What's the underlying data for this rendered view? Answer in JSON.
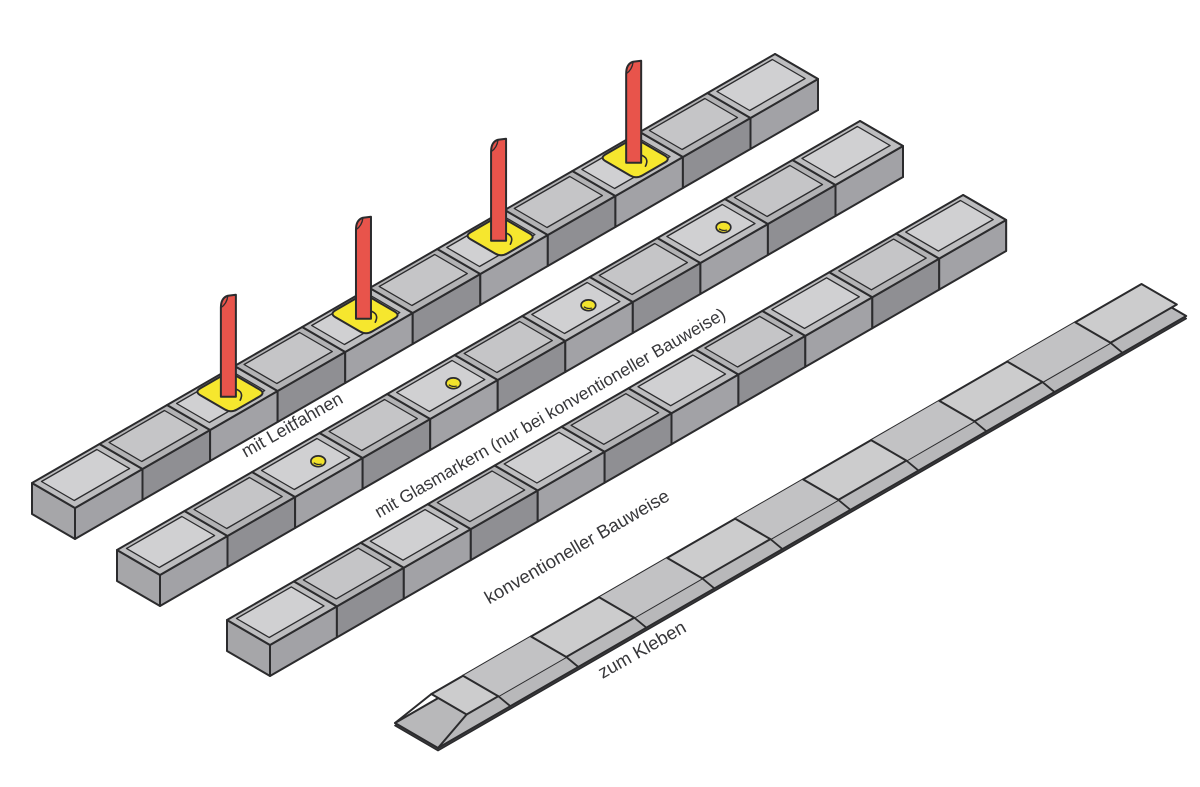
{
  "figure": {
    "background": "#ffffff",
    "outline_color": "#2b2b2d",
    "colors": {
      "top_a": "#d0d0d2",
      "top_b": "#c5c5c7",
      "chamfer_a": "#bdbdbf",
      "chamfer_b": "#b2b2b4",
      "front_a": "#a2a2a6",
      "front_b": "#8f8f93",
      "end_left": "#a6a6a9",
      "end_right": "#8f8f93",
      "strip_top": "#cccccd",
      "strip_top_alt": "#c2c2c4",
      "strip_bevel": "#b8b8ba",
      "strip_edge": "#4a4a4e",
      "flag_red": "#e8544b",
      "flag_base_yellow": "#f6e72e",
      "marker_yellow": "#f2e32c",
      "label_color": "#37373a"
    },
    "rows": [
      {
        "id": "mit-leitfahnen",
        "label": "mit Leitfahnen",
        "type": "curb-with-flags",
        "blocks": 11,
        "flag_count": 4,
        "flag_blocks": [
          2,
          4,
          6,
          8
        ]
      },
      {
        "id": "mit-glasmarkern",
        "label": "mit Glasmarkern (nur bei konventioneller Bauweise)",
        "type": "curb-with-glass-markers",
        "blocks": 11,
        "marker_count": 4,
        "marker_blocks": [
          2,
          4,
          6,
          8
        ]
      },
      {
        "id": "konventionelle-bauweise",
        "label": "konventioneller Bauweise",
        "type": "curb-plain",
        "blocks": 11
      },
      {
        "id": "zum-kleben",
        "label": "zum Kleben",
        "type": "flat-strip",
        "blocks": 11
      }
    ]
  }
}
